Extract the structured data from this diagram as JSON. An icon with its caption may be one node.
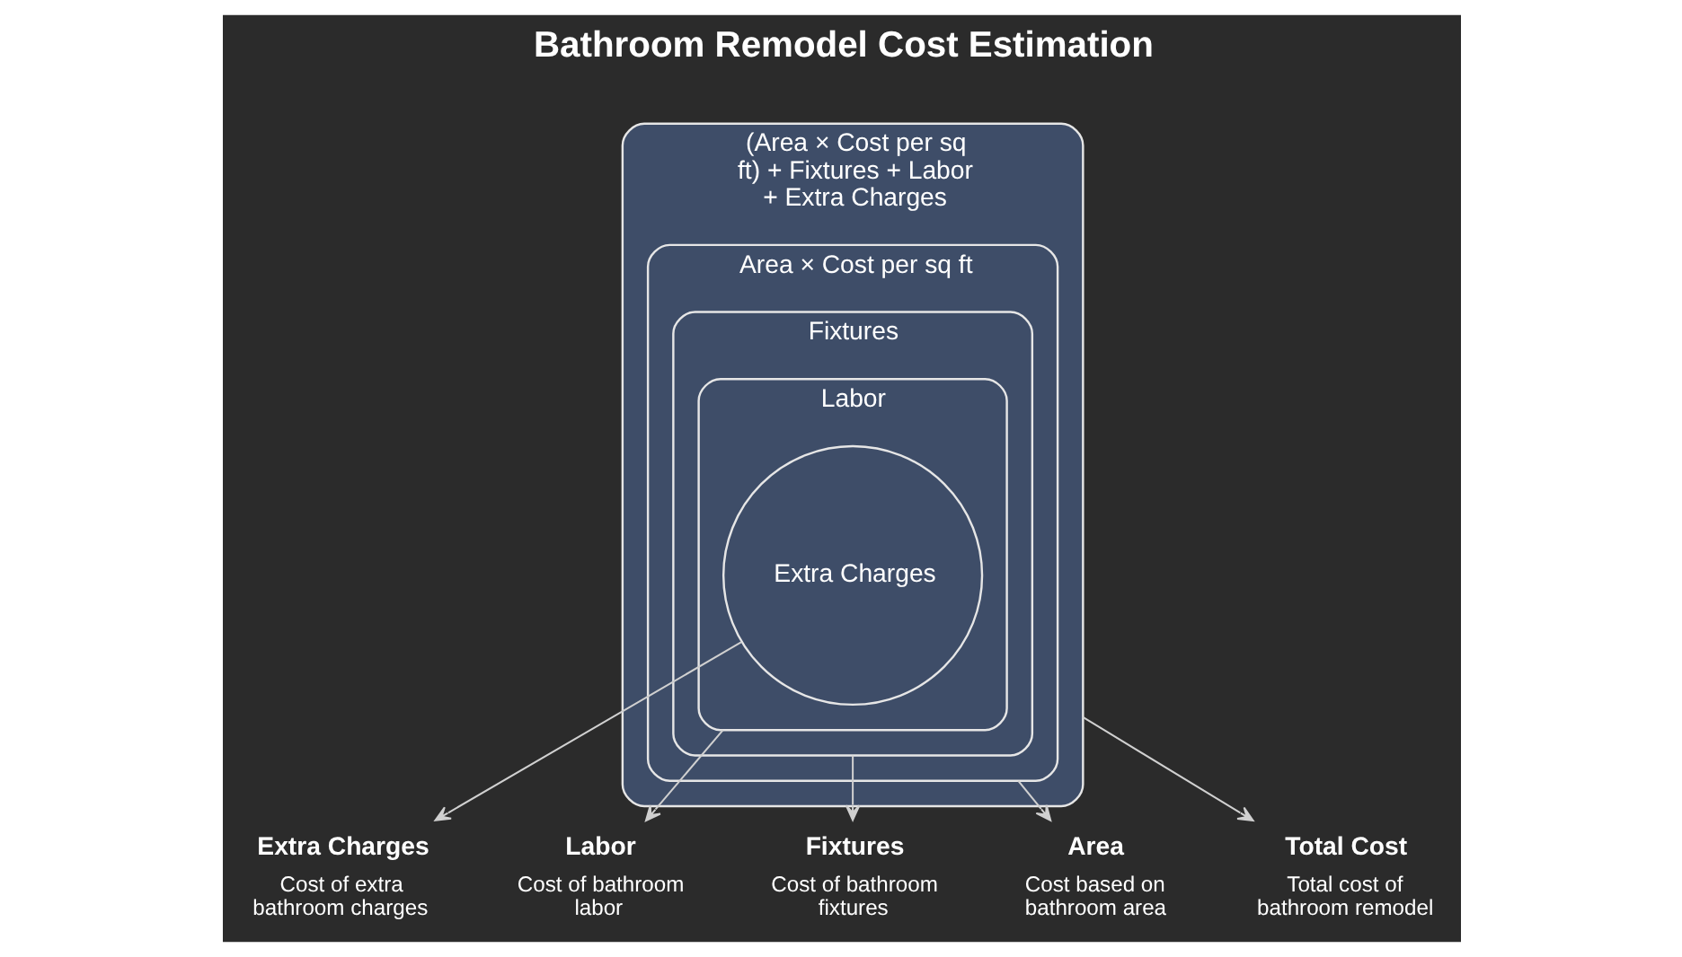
{
  "diagram": {
    "title": "Bathroom Remodel Cost Estimation",
    "nodes": [
      {
        "text": [
          "(Area × Cost per sq ft) + Fixtures + Labor + Extra Charges"
        ]
      },
      {
        "text": [
          "Area × Cost per sq ft"
        ],
        "in": 0
      },
      {
        "text": [
          "Fixtures"
        ],
        "in": 1
      },
      {
        "text": [
          "Labor"
        ],
        "in": 2
      },
      {
        "text": [
          "Extra Charges"
        ],
        "in": 3
      },
      {
        "text": [
          "Extra Charges",
          "Cost of extra bathroom charges"
        ]
      },
      {
        "text": [
          "Labor",
          "Cost of bathroom labor"
        ]
      },
      {
        "text": [
          "Fixtures",
          "Cost of bathroom fixtures"
        ]
      },
      {
        "text": [
          "Area",
          "Cost based on bathroom area"
        ]
      },
      {
        "text": [
          "Total Cost",
          "Total cost of bathroom remodel"
        ]
      }
    ],
    "edges": [
      {
        "from": 4,
        "to": 5,
        "arrow": "to"
      },
      {
        "from": 3,
        "to": 6,
        "arrow": "to"
      },
      {
        "from": 2,
        "to": 7,
        "arrow": "to"
      },
      {
        "from": 1,
        "to": 8,
        "arrow": "to"
      },
      {
        "from": 0,
        "to": 9,
        "arrow": "to"
      }
    ]
  }
}
